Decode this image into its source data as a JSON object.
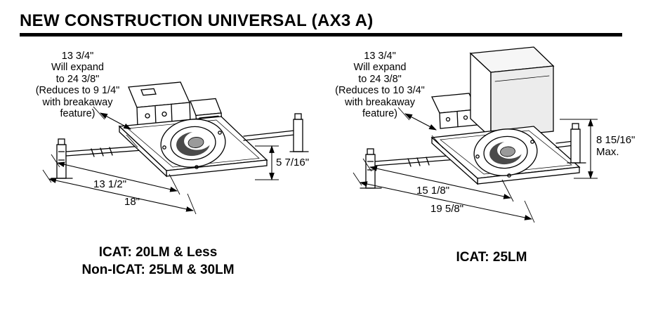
{
  "page": {
    "title": "NEW CONSTRUCTION UNIVERSAL (AX3 A)"
  },
  "figures": {
    "left": {
      "expand_note": "13 3/4\"\nWill expand\nto 24 3/8\"\n(Reduces to 9 1/4\"\nwith breakaway\nfeature)",
      "height_dim": "5 7/16\"",
      "width_dim_inner": "13 1/2\"",
      "width_dim_outer": "18\"",
      "caption": "ICAT: 20LM & Less\nNon-ICAT: 25LM & 30LM"
    },
    "right": {
      "expand_note": "13 3/4\"\nWill expand\nto 24 3/8\"\n(Reduces to 10 3/4\"\nwith breakaway\nfeature)",
      "height_dim": "8 15/16\"\nMax.",
      "width_dim_inner": "15 1/8\"",
      "width_dim_outer": "19 5/8\"",
      "caption": "ICAT: 25LM"
    }
  },
  "colors": {
    "ink": "#000000",
    "background": "#ffffff",
    "shade": "#ececec"
  }
}
